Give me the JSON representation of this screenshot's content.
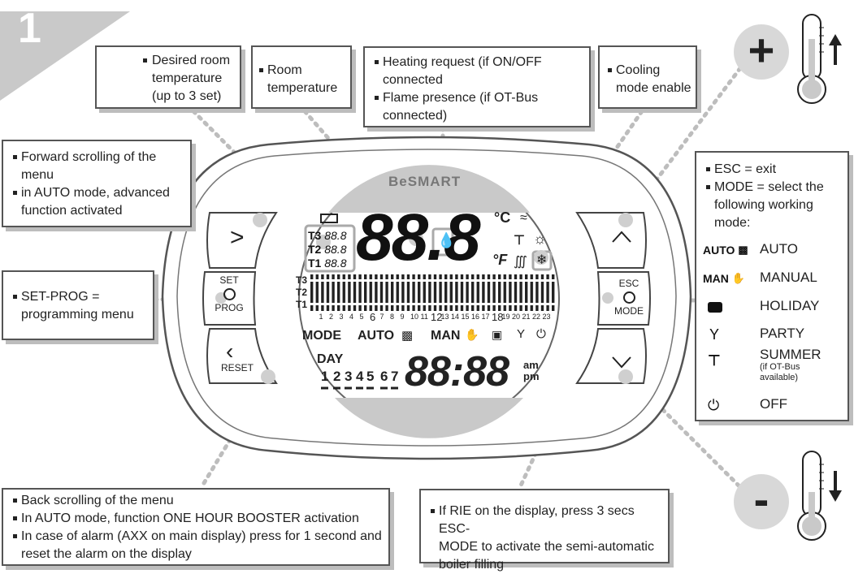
{
  "corner_number": "1",
  "callouts": {
    "desired": [
      "Desired room",
      "temperature",
      "(up to 3 set)"
    ],
    "room": [
      "Room",
      "temperature"
    ],
    "heating": {
      "item1": [
        "Heating request (if ON/OFF",
        "connected"
      ],
      "item2": [
        "Flame presence (if OT-Bus",
        "connected)"
      ]
    },
    "cooling": [
      "Cooling",
      "mode enable"
    ],
    "forward": {
      "item1": [
        "Forward scrolling of the",
        "menu"
      ],
      "item2": [
        "in AUTO mode, advanced",
        "function activated"
      ]
    },
    "setprog": [
      "SET-PROG =",
      "programming menu"
    ],
    "back": {
      "item1": "Back scrolling of the menu",
      "item2": "In AUTO mode, function ONE HOUR BOOSTER activation",
      "item3": [
        "In case of alarm (AXX on main display) press for 1 second and",
        "reset the alarm on the display"
      ]
    },
    "rie": [
      "If RIE on the display, press 3 secs ESC-",
      "MODE to activate the semi-automatic",
      "boiler filling"
    ]
  },
  "esc_panel": {
    "item1": "ESC = exit",
    "item2": [
      "MODE = select the",
      "following working",
      "mode:"
    ],
    "modes": [
      {
        "icon": "auto-icon",
        "icon_text": "AUTO",
        "label": "AUTO"
      },
      {
        "icon": "man-icon",
        "icon_text": "MAN",
        "label": "MANUAL"
      },
      {
        "icon": "holiday-icon",
        "label": "HOLIDAY"
      },
      {
        "icon": "party-icon",
        "label": "PARTY"
      },
      {
        "icon": "summer-icon",
        "label": "SUMMER",
        "note": [
          "(if OT-Bus",
          "available)"
        ]
      },
      {
        "icon": "off-icon",
        "label": "OFF"
      }
    ]
  },
  "device": {
    "brand": "BeSMART",
    "buttons": {
      "forward": ">",
      "set_top": "SET",
      "set_bottom": "PROG",
      "reset": "RESET",
      "up": "^",
      "esc_top": "ESC",
      "esc_bottom": "MODE",
      "down": "v"
    },
    "display": {
      "t3": "T3",
      "t2": "T2",
      "t1": "T1",
      "tset_value": "88.8",
      "main_digits": "88.8",
      "unit_c": "°C",
      "unit_f": "°F",
      "hours": [
        "1",
        "2",
        "3",
        "4",
        "5",
        "6",
        "7",
        "8",
        "9",
        "10",
        "11",
        "12",
        "13",
        "14",
        "15",
        "16",
        "17",
        "18",
        "19",
        "20",
        "21",
        "22",
        "23"
      ],
      "mode_label": "MODE",
      "auto_label": "AUTO",
      "man_label": "MAN",
      "day_label": "DAY",
      "days": [
        "1",
        "2",
        "3",
        "4",
        "5",
        "6",
        "7"
      ],
      "clock": "88:88",
      "am": "am",
      "pm": "pm"
    }
  },
  "plus_label": "+",
  "minus_label": "-"
}
